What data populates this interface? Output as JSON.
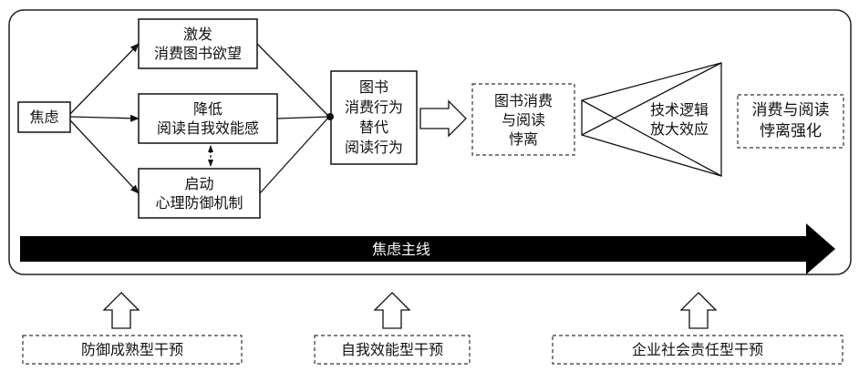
{
  "nodes": {
    "anxiety": "焦虑",
    "stimulate": "激发\n消费图书欲望",
    "reduce": "降低\n阅读自我效能感",
    "activate": "启动\n心理防御机制",
    "substitute": "图书\n消费行为\n替代\n阅读行为",
    "divorce": "图书消费\n与阅读\n悖离",
    "amplify": "技术逻辑\n放大效应",
    "strengthen": "消费与阅读\n悖离强化"
  },
  "main_line": "焦虑主线",
  "interventions": [
    "防御成熟型干预",
    "自我效能型干预",
    "企业社会责任型干预"
  ]
}
